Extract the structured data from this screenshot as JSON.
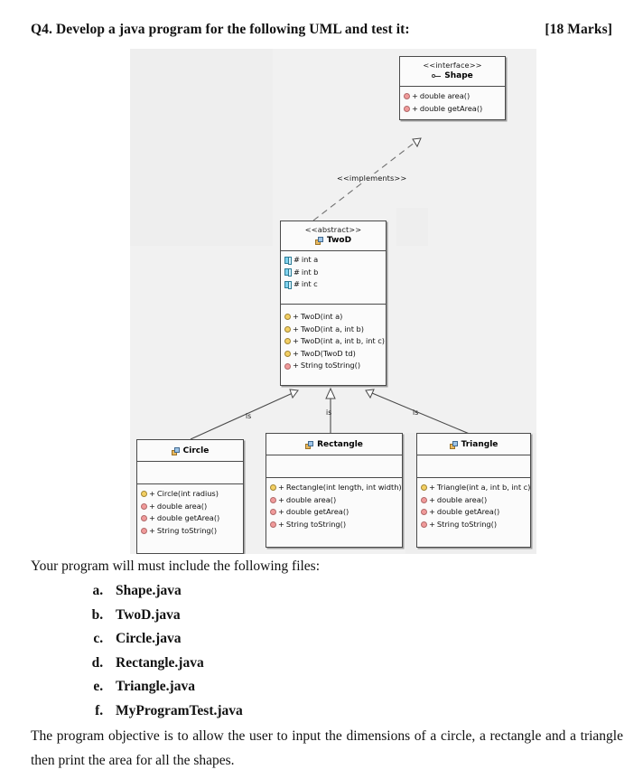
{
  "question": {
    "heading": "Q4. Develop a java program for the following UML and test it:",
    "marks": "[18 Marks]"
  },
  "diagram": {
    "classes": {
      "shape": {
        "stereotype": "<<interface>>",
        "name": "Shape",
        "icon": "interface-lollipop-icon",
        "attributes": [],
        "operations": [
          {
            "icon": "method-dot-icon",
            "visibility": "+",
            "signature": "double area()"
          },
          {
            "icon": "method-dot-icon",
            "visibility": "+",
            "signature": "double getArea()"
          }
        ]
      },
      "twod": {
        "stereotype": "<<abstract>>",
        "name": "TwoD",
        "icon": "class-icon",
        "attributes": [
          {
            "icon": "field-icon",
            "visibility": "#",
            "signature": "int a"
          },
          {
            "icon": "field-icon",
            "visibility": "#",
            "signature": "int b"
          },
          {
            "icon": "field-icon",
            "visibility": "#",
            "signature": "int c"
          }
        ],
        "operations": [
          {
            "icon": "constructor-dot-icon",
            "visibility": "+",
            "signature": "TwoD(int a)"
          },
          {
            "icon": "constructor-dot-icon",
            "visibility": "+",
            "signature": "TwoD(int a, int b)"
          },
          {
            "icon": "constructor-dot-icon",
            "visibility": "+",
            "signature": "TwoD(int a, int b, int c)"
          },
          {
            "icon": "constructor-dot-icon",
            "visibility": "+",
            "signature": "TwoD(TwoD td)"
          },
          {
            "icon": "method-dot-icon",
            "visibility": "+",
            "signature": "String toString()"
          }
        ]
      },
      "circle": {
        "stereotype": "",
        "name": "Circle",
        "icon": "class-icon",
        "attributes": [],
        "operations": [
          {
            "icon": "constructor-dot-icon",
            "visibility": "+",
            "signature": "Circle(int radius)"
          },
          {
            "icon": "method-dot-icon",
            "visibility": "+",
            "signature": "double area()"
          },
          {
            "icon": "method-dot-icon",
            "visibility": "+",
            "signature": "double getArea()"
          },
          {
            "icon": "method-dot-icon",
            "visibility": "+",
            "signature": "String toString()"
          }
        ]
      },
      "rectangle": {
        "stereotype": "",
        "name": "Rectangle",
        "icon": "class-icon",
        "attributes": [],
        "operations": [
          {
            "icon": "constructor-dot-icon",
            "visibility": "+",
            "signature": "Rectangle(int length, int width)"
          },
          {
            "icon": "method-dot-icon",
            "visibility": "+",
            "signature": "double area()"
          },
          {
            "icon": "method-dot-icon",
            "visibility": "+",
            "signature": "double getArea()"
          },
          {
            "icon": "method-dot-icon",
            "visibility": "+",
            "signature": "String toString()"
          }
        ]
      },
      "triangle": {
        "stereotype": "",
        "name": "Triangle",
        "icon": "class-icon",
        "attributes": [],
        "operations": [
          {
            "icon": "constructor-dot-icon",
            "visibility": "+",
            "signature": "Triangle(int a, int b, int c)"
          },
          {
            "icon": "method-dot-icon",
            "visibility": "+",
            "signature": "double area()"
          },
          {
            "icon": "method-dot-icon",
            "visibility": "+",
            "signature": "double getArea()"
          },
          {
            "icon": "method-dot-icon",
            "visibility": "+",
            "signature": "String toString()"
          }
        ]
      }
    },
    "relationships": {
      "implements_label": "<<implements>>",
      "circle_is": "is",
      "rectangle_is": "is",
      "triangle_is": "is"
    },
    "colors": {
      "canvas": "#f1f1f1",
      "panel_alt": "#eeeeee",
      "box_fill": "#fbfbfb",
      "box_border": "#4a4a4a",
      "method_dot": "#f09a9a",
      "constructor_dot": "#f3cf63",
      "field_icon": "#7fd3ef"
    }
  },
  "body": {
    "lead": "Your program will must include the following files:",
    "files": [
      "Shape.java",
      "TwoD.java",
      "Circle.java",
      "Rectangle.java",
      "Triangle.java",
      "MyProgramTest.java"
    ],
    "closing": "The program objective is to allow the user to input the dimensions of a circle, a rectangle and a triangle then print the area for all the shapes."
  }
}
